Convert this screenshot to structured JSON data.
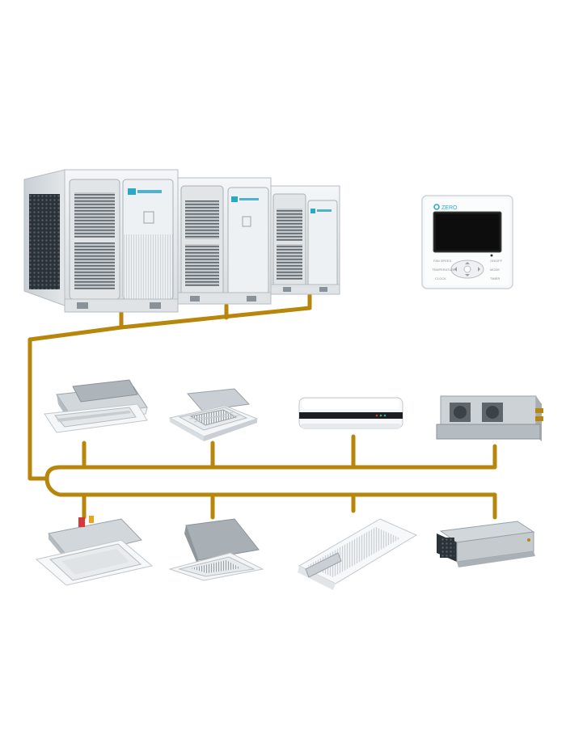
{
  "diagram": {
    "pipe_color": "#B8860B",
    "unit_body_color": "#e9edf0",
    "grille_color": "#8a9299",
    "panel_blue": "#2aa8c9"
  },
  "outdoor_units": {
    "count": 3,
    "brand_icon": "brand-logo-icon"
  },
  "controller": {
    "brand_label": "ZERO",
    "screen_color": "#1a1a1a",
    "button_labels": [
      "FAN SPEED",
      "ON/OFF",
      "TEMPERATURE",
      "MODE",
      "CLOCK",
      "TIMER"
    ]
  },
  "indoor_units_row1": [
    {
      "name": "ceiling-cassette-1way",
      "icon": "one-way-cassette-icon"
    },
    {
      "name": "ceiling-cassette-4way",
      "icon": "four-way-cassette-icon"
    },
    {
      "name": "wall-mounted-split",
      "icon": "wall-split-icon"
    },
    {
      "name": "ducted-high-static",
      "icon": "ducted-unit-icon"
    }
  ],
  "indoor_units_row2": [
    {
      "name": "ceiling-cassette-2way",
      "icon": "two-way-cassette-icon"
    },
    {
      "name": "compact-cassette-4way",
      "icon": "compact-cassette-icon"
    },
    {
      "name": "floor-ceiling-unit",
      "icon": "floor-ceiling-icon"
    },
    {
      "name": "slim-duct-unit",
      "icon": "slim-duct-icon"
    }
  ]
}
